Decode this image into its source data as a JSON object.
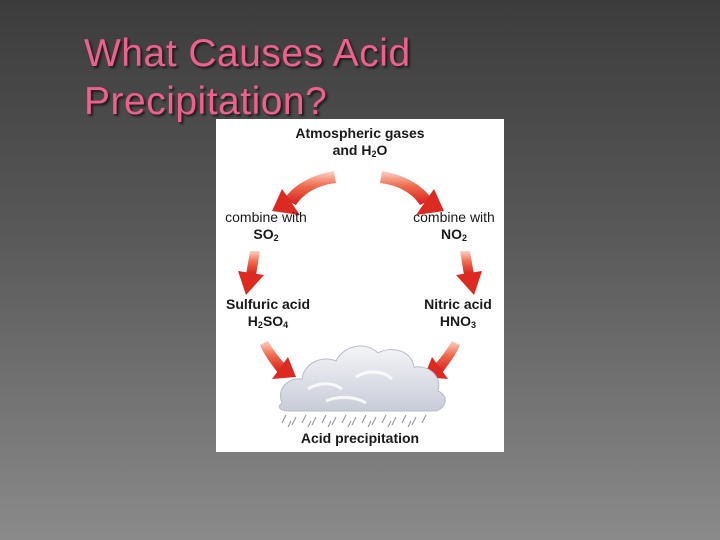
{
  "slide": {
    "title_line1": "What Causes Acid",
    "title_line2": "Precipitation?"
  },
  "diagram": {
    "top": {
      "line1": "Atmospheric gases",
      "line2_pre": "and H",
      "line2_sub": "2",
      "line2_post": "O"
    },
    "left_combine": {
      "line1": "combine with",
      "formula_pre": "SO",
      "formula_sub": "2"
    },
    "right_combine": {
      "line1": "combine with",
      "formula_pre": "NO",
      "formula_sub": "2"
    },
    "left_acid": {
      "line1": "Sulfuric acid",
      "f1": "H",
      "s1": "2",
      "f2": "SO",
      "s2": "4"
    },
    "right_acid": {
      "line1": "Nitric acid",
      "f1": "HNO",
      "s1": "3"
    },
    "bottom": {
      "label": "Acid precipitation"
    },
    "colors": {
      "arrow": "#e8412c",
      "cloud": "#dfe2ea",
      "rain": "#8c8c9c"
    },
    "icons": [
      "curved-arrow-icon",
      "down-arrow-icon",
      "cloud-icon",
      "rain-icon"
    ]
  }
}
